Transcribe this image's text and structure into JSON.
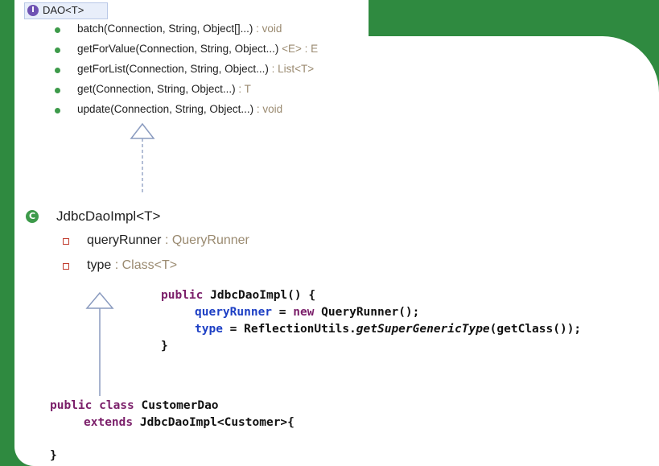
{
  "interface": {
    "name": "DAO<T>",
    "icon": "interface-icon",
    "methods": [
      {
        "name": "batch(Connection, String, Object[]...)",
        "type": " : void"
      },
      {
        "name": "getForValue(Connection, String, Object...)",
        "type": " <E> : E"
      },
      {
        "name": "getForList(Connection, String, Object...)",
        "type": " : List<T>"
      },
      {
        "name": "get(Connection, String, Object...)",
        "type": " : T"
      },
      {
        "name": "update(Connection, String, Object...)",
        "type": " : void"
      }
    ]
  },
  "class": {
    "name": "JdbcDaoImpl<T>",
    "icon": "class-icon",
    "fields": [
      {
        "name": "queryRunner",
        "type": " : QueryRunner"
      },
      {
        "name": "type",
        "type": " : Class<T>"
      }
    ]
  },
  "constructor_code": {
    "l1_kw": "public",
    "l1_rest": " JdbcDaoImpl() {",
    "l2_field": "queryRunner",
    "l2_eq": " = ",
    "l2_kw": "new",
    "l2_rest": " QueryRunner();",
    "l3_field": "type",
    "l3_eq": " = ReflectionUtils.",
    "l3_method": "getSuperGenericType",
    "l3_rest": "(getClass());",
    "l4": "}"
  },
  "subclass_code": {
    "l1_kw": "public class",
    "l1_rest": " CustomerDao",
    "l2_kw": "extends",
    "l2_rest": " JdbcDaoImpl<Customer>{",
    "l3": "}"
  },
  "colors": {
    "background": "#2f8a40",
    "keyword": "#7b1f6a",
    "field": "#1d3fc4",
    "type_hint": "#9a8a70",
    "arrow": "#8a9bbf"
  }
}
